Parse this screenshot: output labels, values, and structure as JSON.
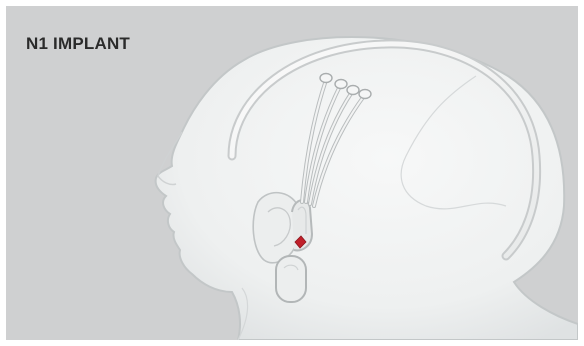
{
  "figure": {
    "title": "N1 IMPLANT",
    "colors": {
      "background": "#cfd0d1",
      "head_fill": "#f3f4f4",
      "head_outline": "#c9cccd",
      "device": "#e9ebeb",
      "marker": "#c0202a"
    },
    "parts": [
      "head-silhouette",
      "ear",
      "implant-threads",
      "brain-electrodes",
      "receiver-coil",
      "battery-pod",
      "chip-marker"
    ]
  }
}
